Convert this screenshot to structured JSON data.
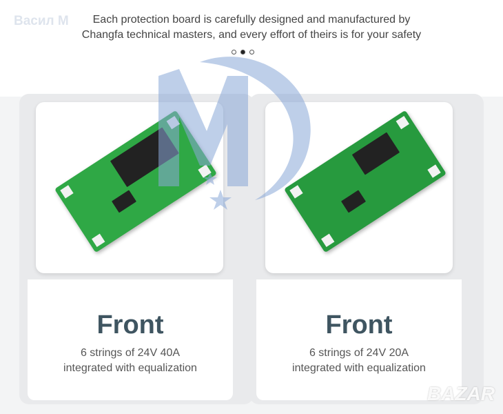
{
  "watermark": "Васил М",
  "subtitle_line1": "Each protection board is carefully designed and manufactured by",
  "subtitle_line2": "Changfa technical masters, and every effort of theirs is for your safety",
  "carousel": {
    "active_index": 1,
    "count": 3
  },
  "products": [
    {
      "title": "Front",
      "line1": "6 strings of 24V 40A",
      "line2": "integrated with equalization"
    },
    {
      "title": "Front",
      "line1": "6 strings of 24V 20A",
      "line2": "integrated with equalization"
    }
  ],
  "bazar_logo": "BAZAR",
  "colors": {
    "pcb": "#2fa845",
    "title": "#3f5561",
    "logo": "#8aa8d8"
  }
}
